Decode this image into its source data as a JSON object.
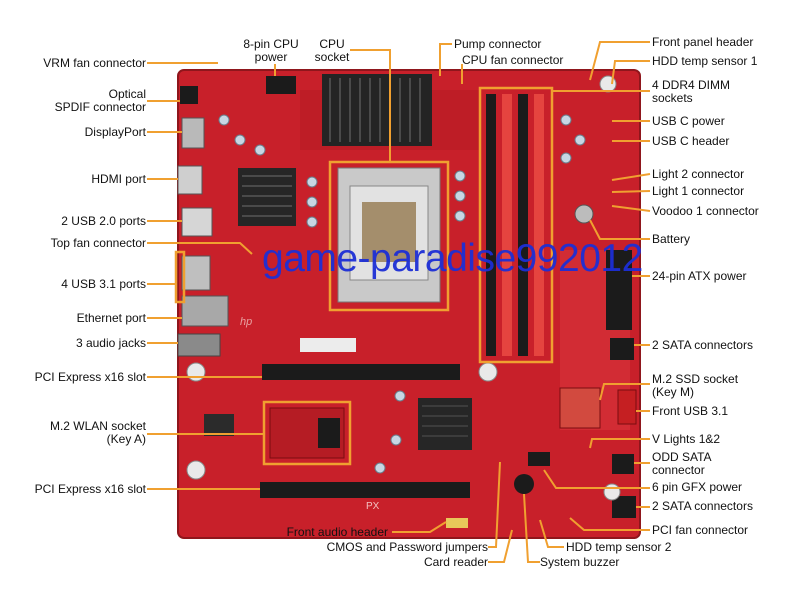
{
  "colors": {
    "board": "#c8202a",
    "board_dark": "#9e1a1f",
    "leader": "#f0a030",
    "slot_black": "#1b1b1b",
    "heatsink": "#2a2a2a",
    "watermark": "#1d2fd6"
  },
  "labels": {
    "vrm_fan": "VRM fan connector",
    "optical_spdif": [
      "Optical",
      "SPDIF connector"
    ],
    "displayport": "DisplayPort",
    "hdmi": "HDMI port",
    "usb20": "2 USB 2.0 ports",
    "top_fan": "Top fan connector",
    "usb31": "4 USB 3.1 ports",
    "ethernet": "Ethernet port",
    "audio_jacks": "3 audio jacks",
    "pcie1": "PCI Express x16 slot",
    "m2_wlan": [
      "M.2 WLAN socket",
      "(Key A)"
    ],
    "pcie2": "PCI Express x16 slot",
    "cpu_power": [
      "8-pin CPU",
      "power"
    ],
    "cpu_socket": [
      "CPU",
      "socket"
    ],
    "pump": "Pump connector",
    "cpu_fan": "CPU fan connector",
    "front_panel": "Front panel header",
    "hdd_temp1": "HDD temp sensor 1",
    "dimm": [
      "4 DDR4 DIMM",
      "sockets"
    ],
    "usbc_power": "USB C power",
    "usbc_header": "USB C header",
    "light2": "Light 2 connector",
    "light1": "Light 1 connector",
    "voodoo": "Voodoo 1 connector",
    "battery": "Battery",
    "atx_power": "24-pin ATX power",
    "sata2a": "2 SATA connectors",
    "m2_ssd": [
      "M.2 SSD socket",
      "(Key M)"
    ],
    "front_usb31": "Front USB 3.1",
    "vlights": "V Lights 1&2",
    "odd_sata": [
      "ODD SATA",
      "connector"
    ],
    "gfx_power": "6 pin GFX power",
    "sata2b": "2 SATA connectors",
    "pci_fan": "PCI fan connector",
    "front_audio": "Front audio header",
    "cmos": "CMOS and Password jumpers",
    "card_reader": "Card reader",
    "hdd_temp2": "HDD temp sensor 2",
    "buzzer": "System buzzer"
  },
  "board_marks": {
    "logo": "hp",
    "silk_bottom": "PX"
  },
  "watermark": "game-paradise992012"
}
